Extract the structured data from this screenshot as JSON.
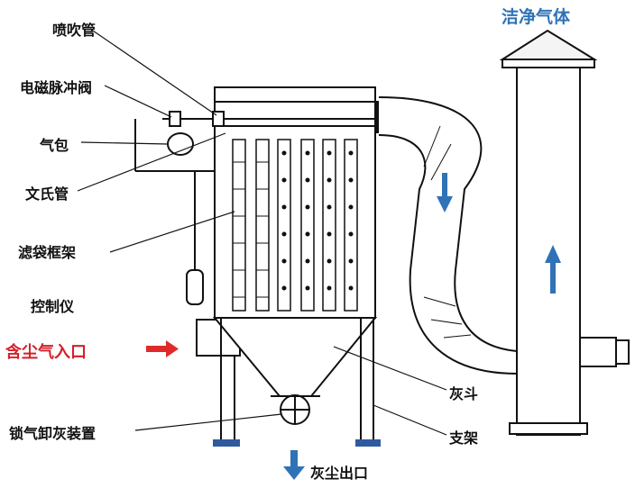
{
  "labels": {
    "blow_pipe": "喷吹管",
    "solenoid_pulse_valve": "电磁脉冲阀",
    "air_bag": "气包",
    "venturi_tube": "文氏管",
    "filter_bag_frame": "滤袋框架",
    "controller": "控制仪",
    "dusty_air_inlet": "含尘气入口",
    "rotary_airlock": "锁气卸灰装置",
    "clean_gas": "洁净气体",
    "ash_hopper": "灰斗",
    "support": "支架",
    "dust_outlet": "灰尘出口"
  },
  "colors": {
    "line": "#111111",
    "inlet_arrow": "#e02a2a",
    "flow_arrow": "#2f73b6",
    "clean_gas_text": "#2f73b6"
  }
}
